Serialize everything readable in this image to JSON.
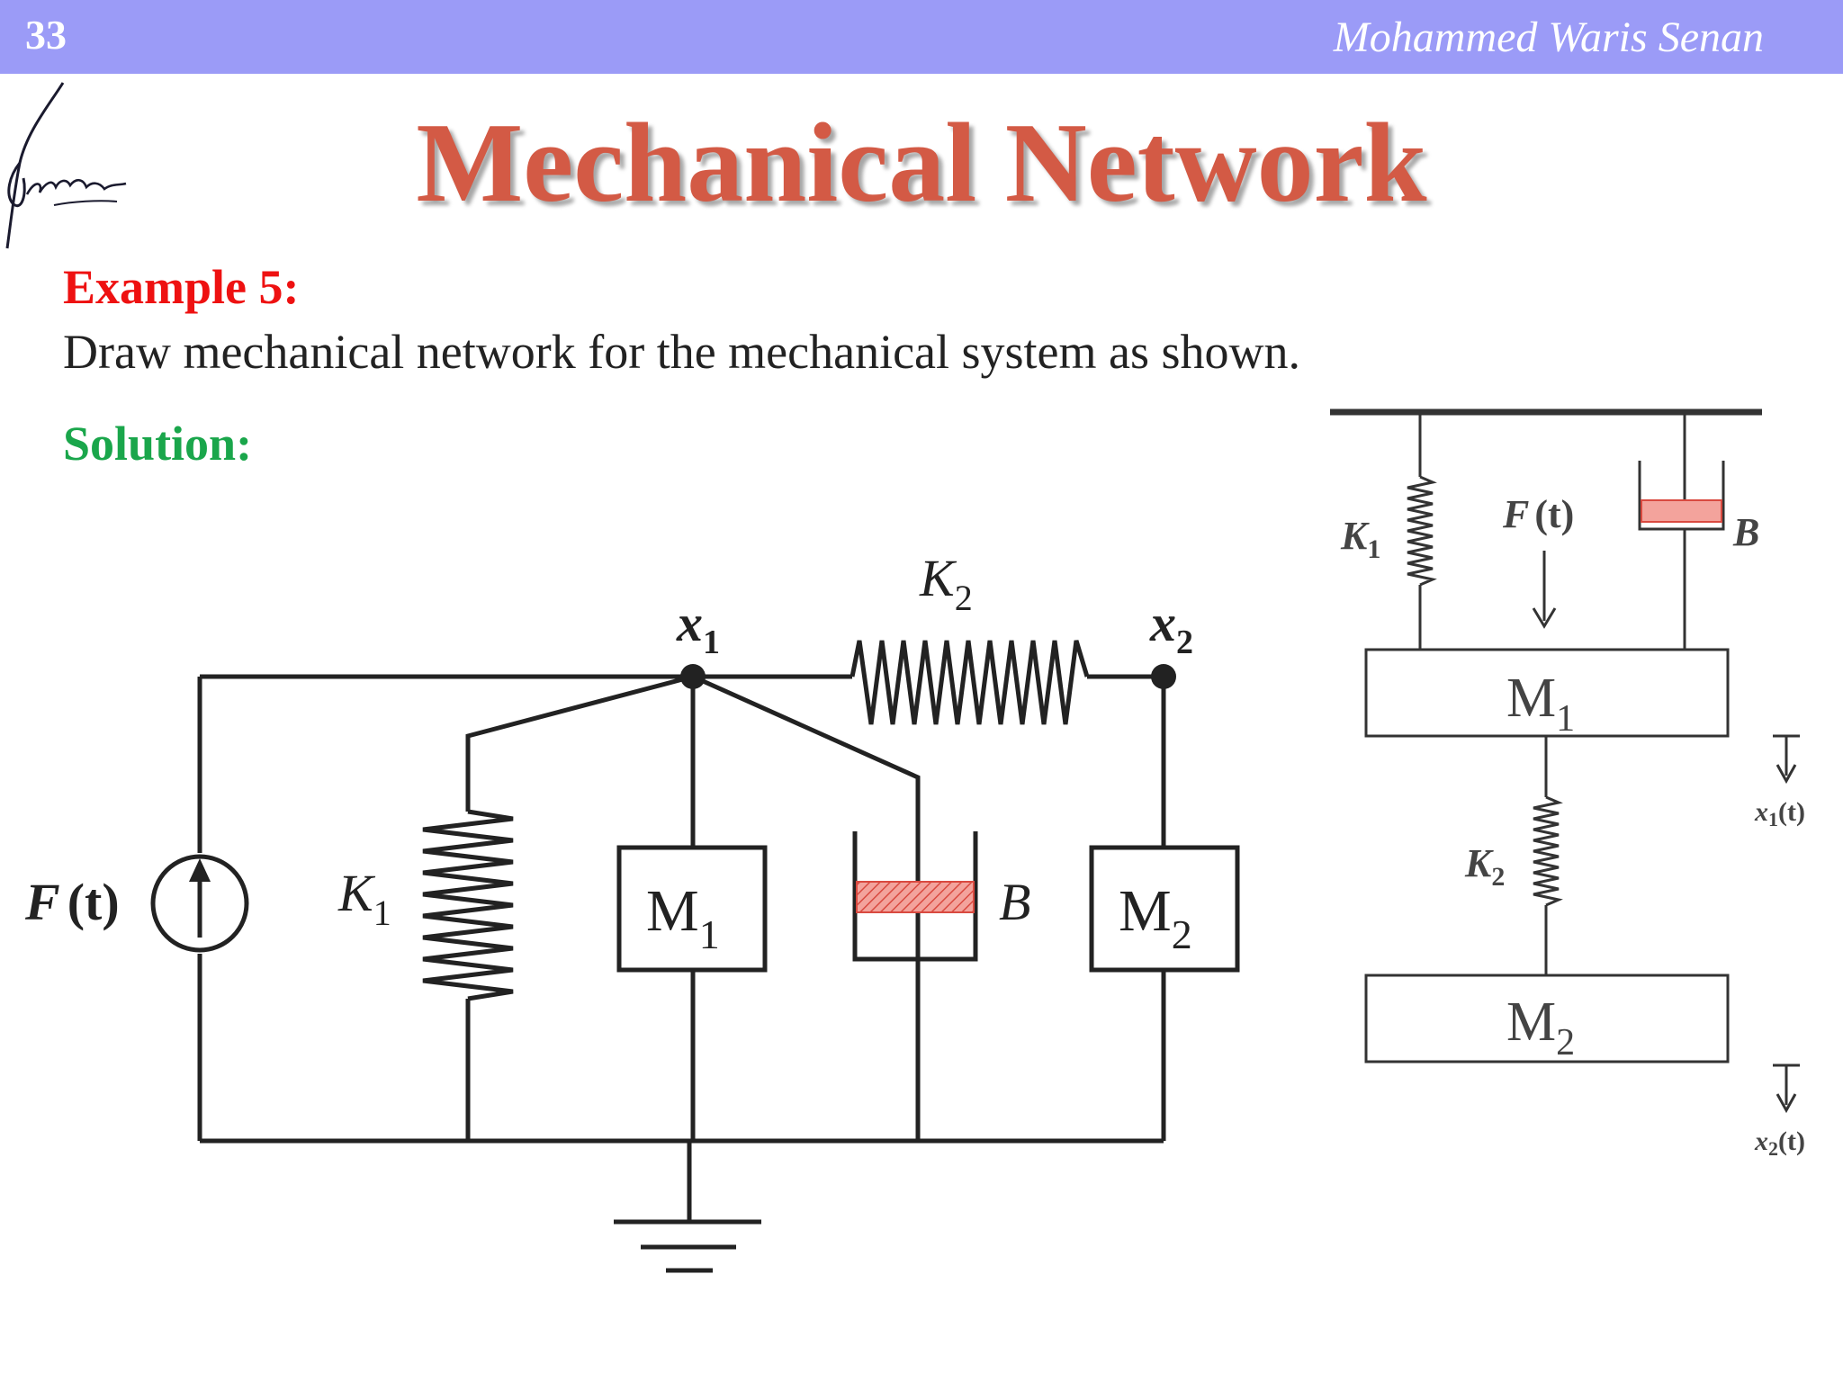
{
  "header": {
    "page_number": "33",
    "author": "Mohammed Waris Senan"
  },
  "title": "Mechanical Network",
  "example": {
    "label": "Example 5:",
    "instruction": "Draw mechanical network for the mechanical system as shown.",
    "solution_label": "Solution:"
  },
  "network": {
    "node1": {
      "var": "x",
      "sub": "1"
    },
    "node2": {
      "var": "x",
      "sub": "2"
    },
    "spring_k2": {
      "var": "K",
      "sub": "2"
    },
    "spring_k1": {
      "var": "K",
      "sub": "1"
    },
    "mass1": {
      "var": "M",
      "sub": "1"
    },
    "mass2": {
      "var": "M",
      "sub": "2"
    },
    "damper": "B",
    "source": {
      "var": "F",
      "arg": "(t)"
    },
    "colors": {
      "line": "#222222",
      "damper_fill": "#f08c84"
    }
  },
  "system": {
    "spring_k1": {
      "var": "K",
      "sub": "1"
    },
    "spring_k2": {
      "var": "K",
      "sub": "2"
    },
    "force": {
      "var": "F",
      "arg": "(t)"
    },
    "damper": "B",
    "mass1": {
      "var": "M",
      "sub": "1"
    },
    "mass2": {
      "var": "M",
      "sub": "2"
    },
    "disp1": {
      "var": "x",
      "sub": "1",
      "arg": "(t)"
    },
    "disp2": {
      "var": "x",
      "sub": "2",
      "arg": "(t)"
    }
  }
}
